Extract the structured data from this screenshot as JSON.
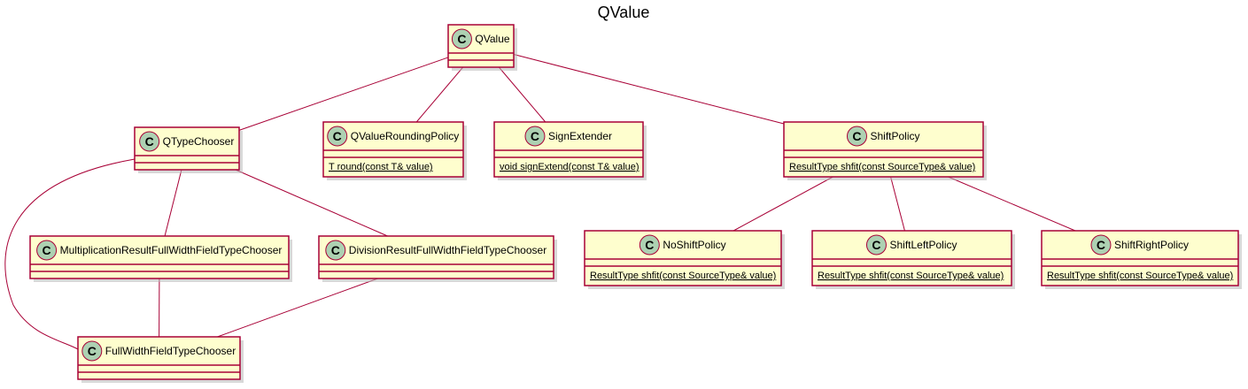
{
  "title": "QValue",
  "class_letter": "C",
  "colors": {
    "box_fill": "#FEFECE",
    "box_border": "#A80036",
    "circle_fill": "#ADD1B2",
    "edge": "#A80036"
  },
  "classes": [
    {
      "id": "qvalue",
      "name": "QValue",
      "methods": []
    },
    {
      "id": "qtypechooser",
      "name": "QTypeChooser",
      "methods": []
    },
    {
      "id": "qvalueroundingpolicy",
      "name": "QValueRoundingPolicy",
      "methods": [
        "T round(const T& value)"
      ]
    },
    {
      "id": "signextender",
      "name": "SignExtender",
      "methods": [
        "void signExtend(const T& value)"
      ]
    },
    {
      "id": "shiftpolicy",
      "name": "ShiftPolicy",
      "methods": [
        "ResultType shfit(const SourceType& value)"
      ]
    },
    {
      "id": "multiplicationresultfullwidthfieldtypechooser",
      "name": "MultiplicationResultFullWidthFieldTypeChooser",
      "methods": []
    },
    {
      "id": "divisionresultfullwidthfieldtypechooser",
      "name": "DivisionResultFullWidthFieldTypeChooser",
      "methods": []
    },
    {
      "id": "noshiftpolicy",
      "name": "NoShiftPolicy",
      "methods": [
        "ResultType shfit(const SourceType& value)"
      ]
    },
    {
      "id": "shiftleftpolicy",
      "name": "ShiftLeftPolicy",
      "methods": [
        "ResultType shfit(const SourceType& value)"
      ]
    },
    {
      "id": "shiftrightpolicy",
      "name": "ShiftRightPolicy",
      "methods": [
        "ResultType shfit(const SourceType& value)"
      ]
    },
    {
      "id": "fullwidthfieldtypechooser",
      "name": "FullWidthFieldTypeChooser",
      "methods": []
    }
  ],
  "relations": [
    {
      "from": "qvalue",
      "to": "qtypechooser"
    },
    {
      "from": "qvalue",
      "to": "qvalueroundingpolicy"
    },
    {
      "from": "qvalue",
      "to": "signextender"
    },
    {
      "from": "qvalue",
      "to": "shiftpolicy"
    },
    {
      "from": "qtypechooser",
      "to": "multiplicationresultfullwidthfieldtypechooser"
    },
    {
      "from": "qtypechooser",
      "to": "divisionresultfullwidthfieldtypechooser"
    },
    {
      "from": "qtypechooser",
      "to": "fullwidthfieldtypechooser"
    },
    {
      "from": "multiplicationresultfullwidthfieldtypechooser",
      "to": "fullwidthfieldtypechooser"
    },
    {
      "from": "divisionresultfullwidthfieldtypechooser",
      "to": "fullwidthfieldtypechooser"
    },
    {
      "from": "shiftpolicy",
      "to": "noshiftpolicy"
    },
    {
      "from": "shiftpolicy",
      "to": "shiftleftpolicy"
    },
    {
      "from": "shiftpolicy",
      "to": "shiftrightpolicy"
    }
  ]
}
